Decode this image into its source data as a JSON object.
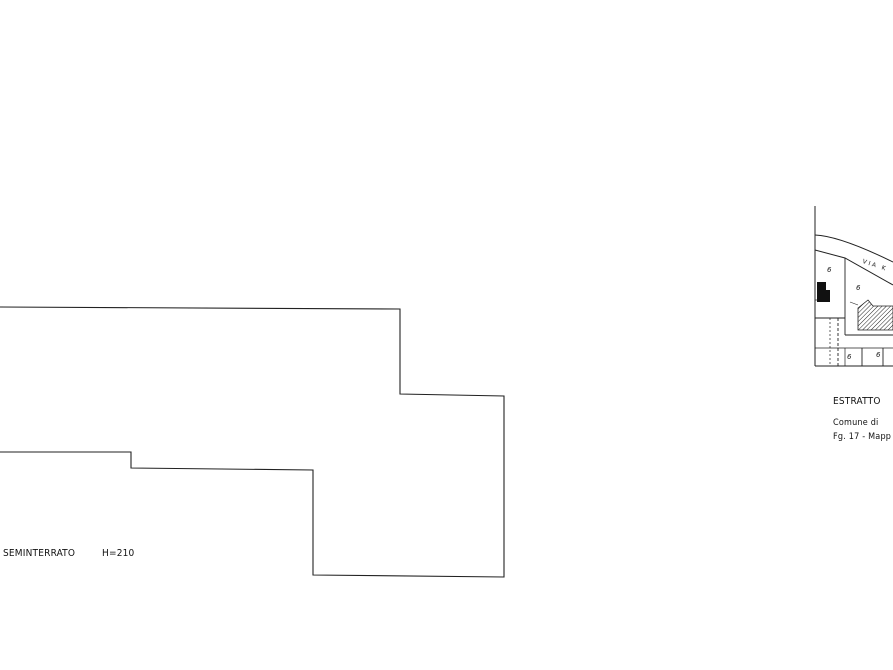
{
  "floor_plan": {
    "floor_label": "SEMINTERRATO",
    "height_label": "H=210"
  },
  "cadastral_extract": {
    "title": "ESTRATTO",
    "municipality_line": "Comune di",
    "sheet_line": "Fg. 17 - Mapp",
    "street_text": "VIA K",
    "parcel_numbers": [
      "6",
      "6",
      "6",
      "6"
    ]
  }
}
